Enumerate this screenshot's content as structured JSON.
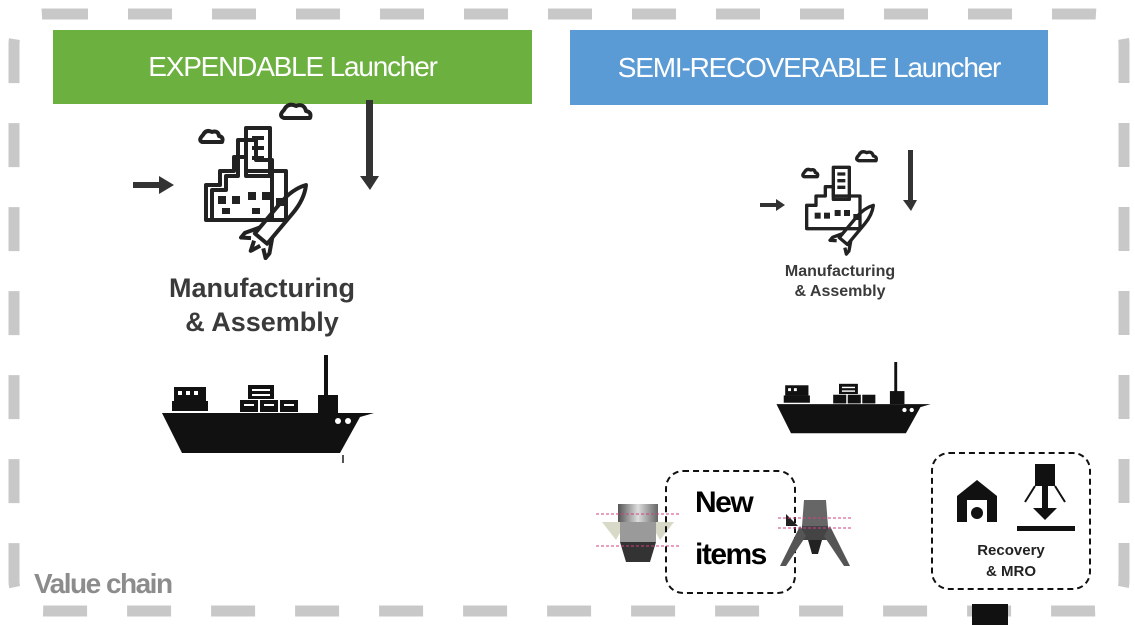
{
  "headers": {
    "expendable": "EXPENDABLE Launcher",
    "semi_recoverable": "SEMI-RECOVERABLE Launcher"
  },
  "expendable": {
    "mfg_line1": "Manufacturing",
    "mfg_line2": "& Assembly"
  },
  "semi": {
    "mfg_line1": "Manufacturing",
    "mfg_line2": "& Assembly",
    "new_items_line1": "New",
    "new_items_line2": "items",
    "recovery_line1": "Recovery",
    "recovery_line2": "& MRO"
  },
  "footer": {
    "value_chain": "Value chain"
  },
  "colors": {
    "expendable_header": "#6cb03f",
    "semi_header": "#5b9bd5",
    "frame_dash": "#c8c8c8",
    "value_chain_text": "#8c8c8c"
  },
  "icons": [
    "factory-icon",
    "ship-icon",
    "arrow-icon",
    "rocket-stage-icon",
    "lander-icon",
    "hangar-icon",
    "landing-icon"
  ]
}
